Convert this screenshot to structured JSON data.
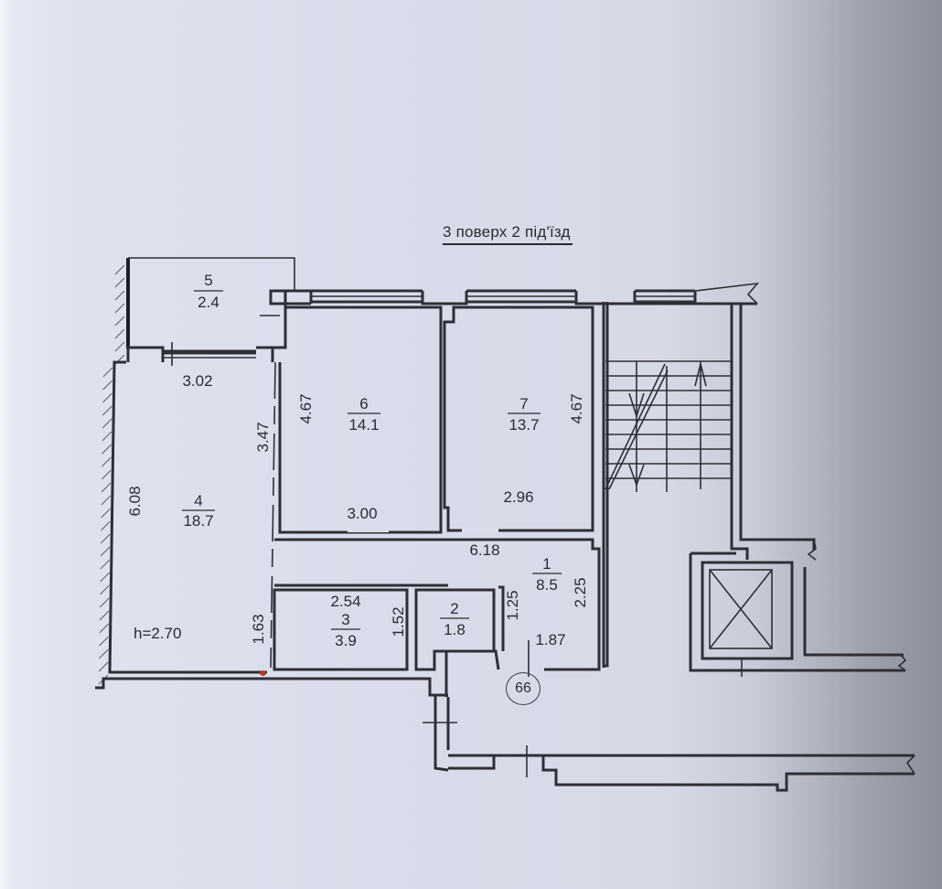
{
  "plan": {
    "title": "3 поверх 2 під'їзд",
    "apartment_number": "66",
    "ceiling_height": "h=2.70",
    "rooms": [
      {
        "id": "1",
        "area": "8.5"
      },
      {
        "id": "2",
        "area": "1.8"
      },
      {
        "id": "3",
        "area": "3.9"
      },
      {
        "id": "4",
        "area": "18.7"
      },
      {
        "id": "5",
        "area": "2.4"
      },
      {
        "id": "6",
        "area": "14.1"
      },
      {
        "id": "7",
        "area": "13.7"
      }
    ],
    "dimensions": {
      "room4_width": "3.02",
      "room4_length": "6.08",
      "room4_partition": "3.47",
      "room4_lower": "1.63",
      "room6_length": "4.67",
      "room6_width": "3.00",
      "room7_length": "4.67",
      "room7_width": "2.96",
      "corridor_length": "6.18",
      "room1_height": "2.25",
      "room1_inner": "1.25",
      "room1_width": "1.87",
      "room3_width": "2.54",
      "room3_height": "1.52"
    },
    "colors": {
      "ink": "#2e2f36",
      "paper": "#dcdfeb",
      "red_mark": "#b53a22"
    }
  }
}
